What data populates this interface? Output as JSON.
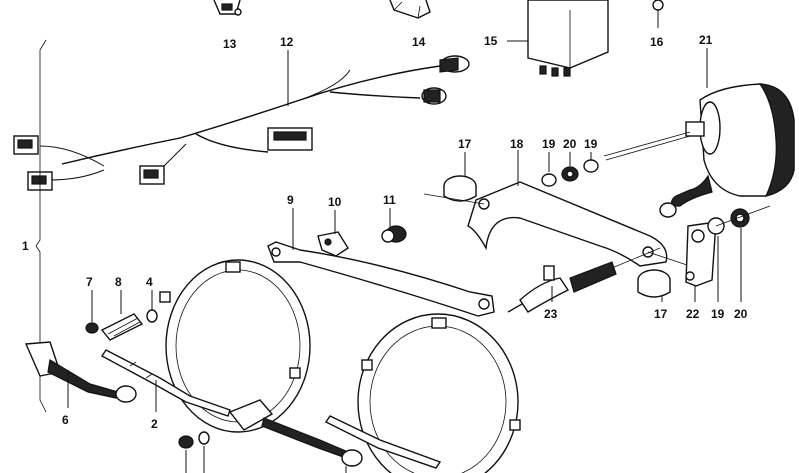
{
  "callouts": [
    {
      "id": "c13",
      "text": "13"
    },
    {
      "id": "c12",
      "text": "12"
    },
    {
      "id": "c14",
      "text": "14"
    },
    {
      "id": "c15",
      "text": "15"
    },
    {
      "id": "c16",
      "text": "16"
    },
    {
      "id": "c21",
      "text": "21"
    },
    {
      "id": "c1",
      "text": "1"
    },
    {
      "id": "c17a",
      "text": "17"
    },
    {
      "id": "c18",
      "text": "18"
    },
    {
      "id": "c19a",
      "text": "19"
    },
    {
      "id": "c20a",
      "text": "20"
    },
    {
      "id": "c19b",
      "text": "19"
    },
    {
      "id": "c9",
      "text": "9"
    },
    {
      "id": "c10",
      "text": "10"
    },
    {
      "id": "c11",
      "text": "11"
    },
    {
      "id": "c7",
      "text": "7"
    },
    {
      "id": "c8",
      "text": "8"
    },
    {
      "id": "c4",
      "text": "4"
    },
    {
      "id": "c17b",
      "text": "17"
    },
    {
      "id": "c22",
      "text": "22"
    },
    {
      "id": "c19c",
      "text": "19"
    },
    {
      "id": "c20b",
      "text": "20"
    },
    {
      "id": "c23",
      "text": "23"
    },
    {
      "id": "c6",
      "text": "6"
    },
    {
      "id": "c2",
      "text": "2"
    }
  ]
}
